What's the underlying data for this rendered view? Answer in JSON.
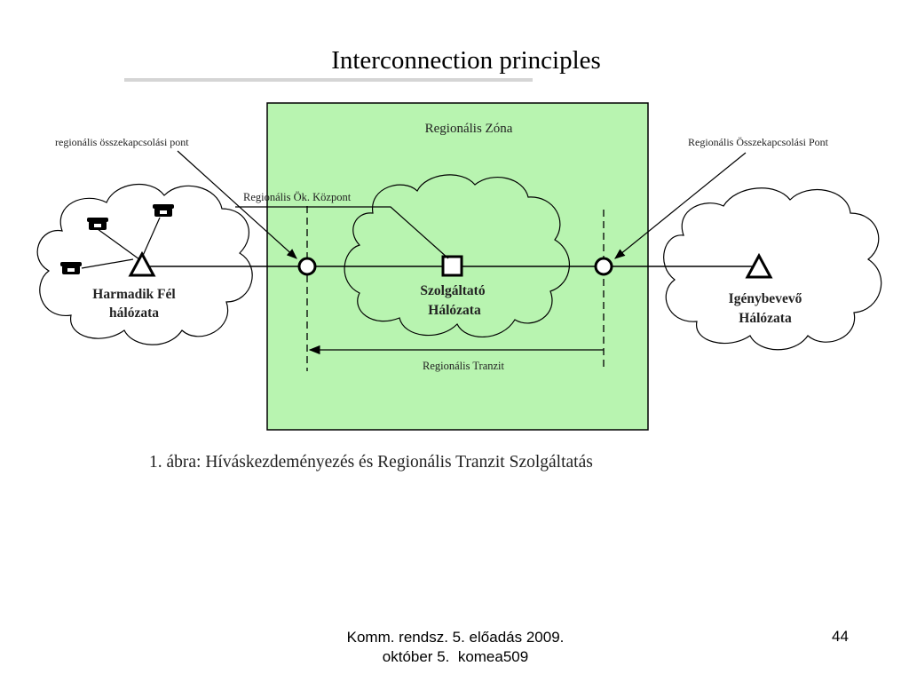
{
  "slide": {
    "title": "Interconnection principles",
    "page_number": "44",
    "footer_line1": "Komm. rendsz. 5. előadás 2009.",
    "footer_line2": "október 5.  komea509"
  },
  "diagram": {
    "zone_label": "Regionális Zóna",
    "left_point_label": "regionális összekapcsolási pont",
    "right_point_label": "Regionális Összekapcsolási Pont",
    "center_label": "Regionális Ök. Központ",
    "third_party_network": [
      "Harmadik Fél",
      "hálózata"
    ],
    "provider_network": [
      "Szolgáltató",
      "Hálózata"
    ],
    "customer_network": [
      "Igénybevevő",
      "Hálózata"
    ],
    "transit_label": "Regionális Tranzit",
    "zone_color": "#b8f4b0",
    "icons": [
      "telephone-icon",
      "telephone-icon",
      "telephone-icon"
    ]
  },
  "caption": "1. ábra: Híváskezdeményezés és Regionális Tranzit Szolgáltatás"
}
